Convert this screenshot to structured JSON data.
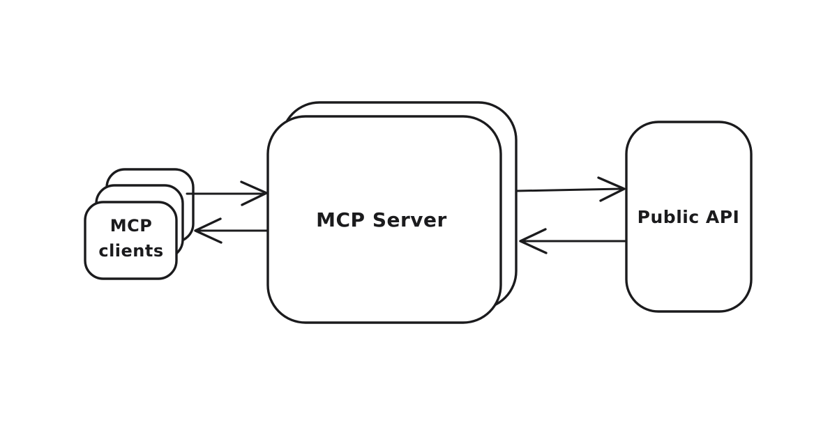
{
  "diagram": {
    "background_color": "#ffffff",
    "stroke_color": "#1b1b1d",
    "shape_fill_color": "#ffffff",
    "style": "hand-drawn",
    "nodes": [
      {
        "id": "mcp-clients",
        "label": "MCP clients",
        "lines": [
          "MCP",
          "clients"
        ],
        "shape": "rounded-rectangle",
        "stack_count": 3
      },
      {
        "id": "mcp-server",
        "label": "MCP Server",
        "lines": [
          "MCP Server"
        ],
        "shape": "rounded-rectangle",
        "stack_count": 2
      },
      {
        "id": "public-api",
        "label": "Public API",
        "lines": [
          "Public API"
        ],
        "shape": "rounded-rectangle",
        "stack_count": 1
      }
    ],
    "edges": [
      {
        "from": "mcp-clients",
        "to": "mcp-server",
        "arrow": "right"
      },
      {
        "from": "mcp-server",
        "to": "mcp-clients",
        "arrow": "left"
      },
      {
        "from": "mcp-server",
        "to": "public-api",
        "arrow": "right"
      },
      {
        "from": "public-api",
        "to": "mcp-server",
        "arrow": "left"
      }
    ]
  }
}
